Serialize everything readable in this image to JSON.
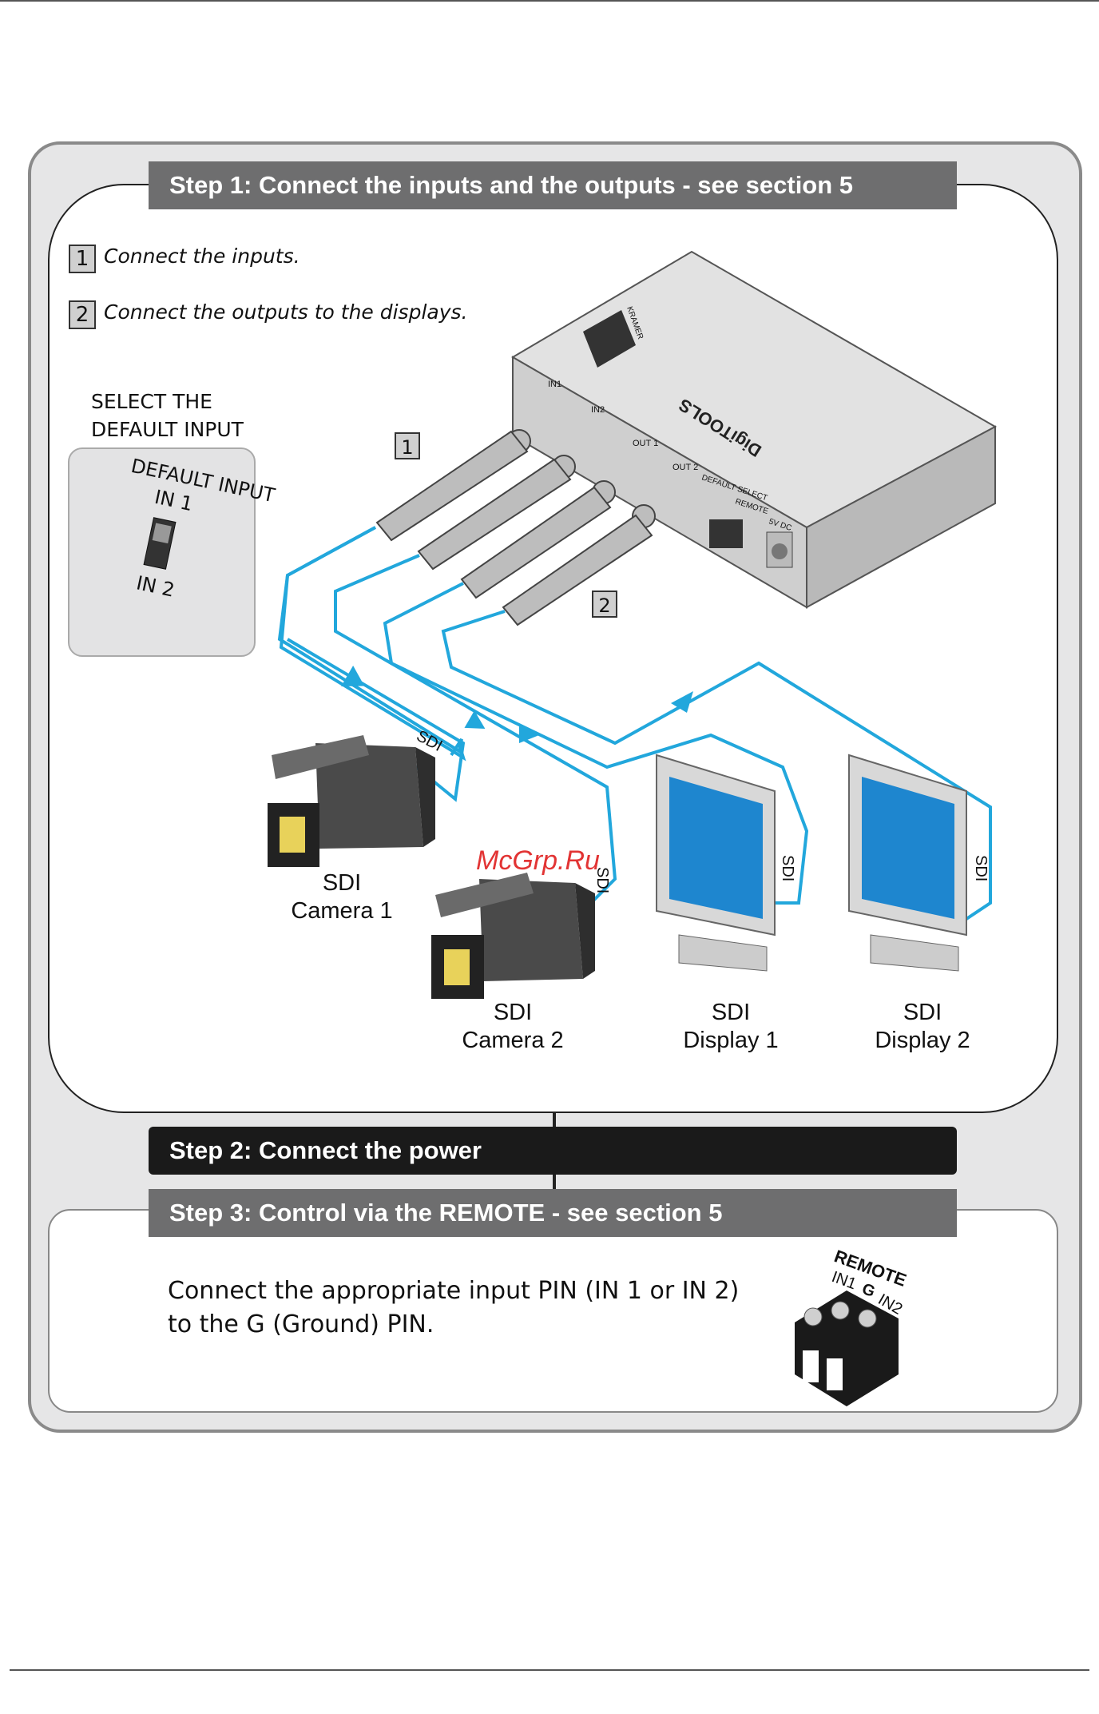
{
  "steps": {
    "step1": "Step 1: Connect the inputs and the outputs - see section 5",
    "step2": "Step 2: Connect the power",
    "step3": "Step 3: Control via the REMOTE - see section 5"
  },
  "instructions": [
    {
      "num": "1",
      "text": "Connect the inputs."
    },
    {
      "num": "2",
      "text": "Connect the outputs to the displays."
    }
  ],
  "select_default": {
    "line1": "SELECT THE",
    "line2": "DEFAULT INPUT"
  },
  "switch": {
    "title": "DEFAULT INPUT",
    "in1": "IN 1",
    "in2": "IN 2"
  },
  "device": {
    "brand": "DigiTOOLS",
    "logo": "KRAMER",
    "ports": [
      "IN1",
      "IN2",
      "OUT 1",
      "OUT 2"
    ],
    "default_select": "DEFAULT SELECT",
    "remote": "REMOTE",
    "power": "5V DC"
  },
  "callouts": {
    "one": "1",
    "two": "2"
  },
  "cable_label": "SDI",
  "devices": {
    "camera1": {
      "line1": "SDI",
      "line2": "Camera 1"
    },
    "camera2": {
      "line1": "SDI",
      "line2": "Camera 2"
    },
    "display1": {
      "line1": "SDI",
      "line2": "Display 1"
    },
    "display2": {
      "line1": "SDI",
      "line2": "Display 2"
    }
  },
  "remote_text": {
    "line1": "Connect the appropriate input PIN (IN 1 or IN 2)",
    "line2": "to the G (Ground) PIN."
  },
  "terminal": {
    "title": "REMOTE",
    "pins": [
      "IN1",
      "G",
      "IN2"
    ]
  },
  "watermark": "McGrp.Ru",
  "colors": {
    "cable": "#22a7dc",
    "step_bar": "#6e6e6f",
    "step_dark": "#1a1a1a"
  }
}
